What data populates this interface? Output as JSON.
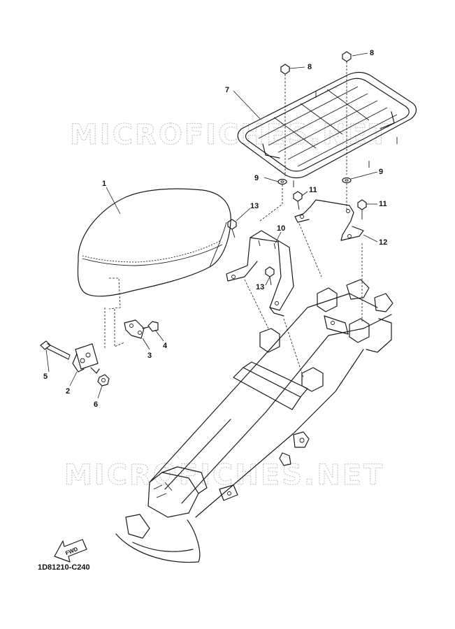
{
  "diagram": {
    "watermarks": [
      "MICROFICHES.NET",
      "MICROFICHES.NET"
    ],
    "fwd_label": "FWD",
    "part_code": "1D81210-C240",
    "callouts": [
      {
        "id": "1",
        "part": "seat"
      },
      {
        "id": "2",
        "part": "seat-hinge-bracket"
      },
      {
        "id": "3",
        "part": "seat-lock-plate"
      },
      {
        "id": "4",
        "part": "plate-screw"
      },
      {
        "id": "5",
        "part": "hinge-bolt"
      },
      {
        "id": "6",
        "part": "hinge-nut"
      },
      {
        "id": "7",
        "part": "rear-carrier"
      },
      {
        "id": "8",
        "part": "carrier-bolt"
      },
      {
        "id": "8",
        "part": "carrier-bolt"
      },
      {
        "id": "9",
        "part": "washer"
      },
      {
        "id": "9",
        "part": "washer"
      },
      {
        "id": "10",
        "part": "carrier-stay-left"
      },
      {
        "id": "11",
        "part": "bolt"
      },
      {
        "id": "11",
        "part": "bolt"
      },
      {
        "id": "12",
        "part": "carrier-stay-right"
      },
      {
        "id": "13",
        "part": "stay-bolt"
      },
      {
        "id": "13",
        "part": "stay-bolt"
      }
    ]
  }
}
